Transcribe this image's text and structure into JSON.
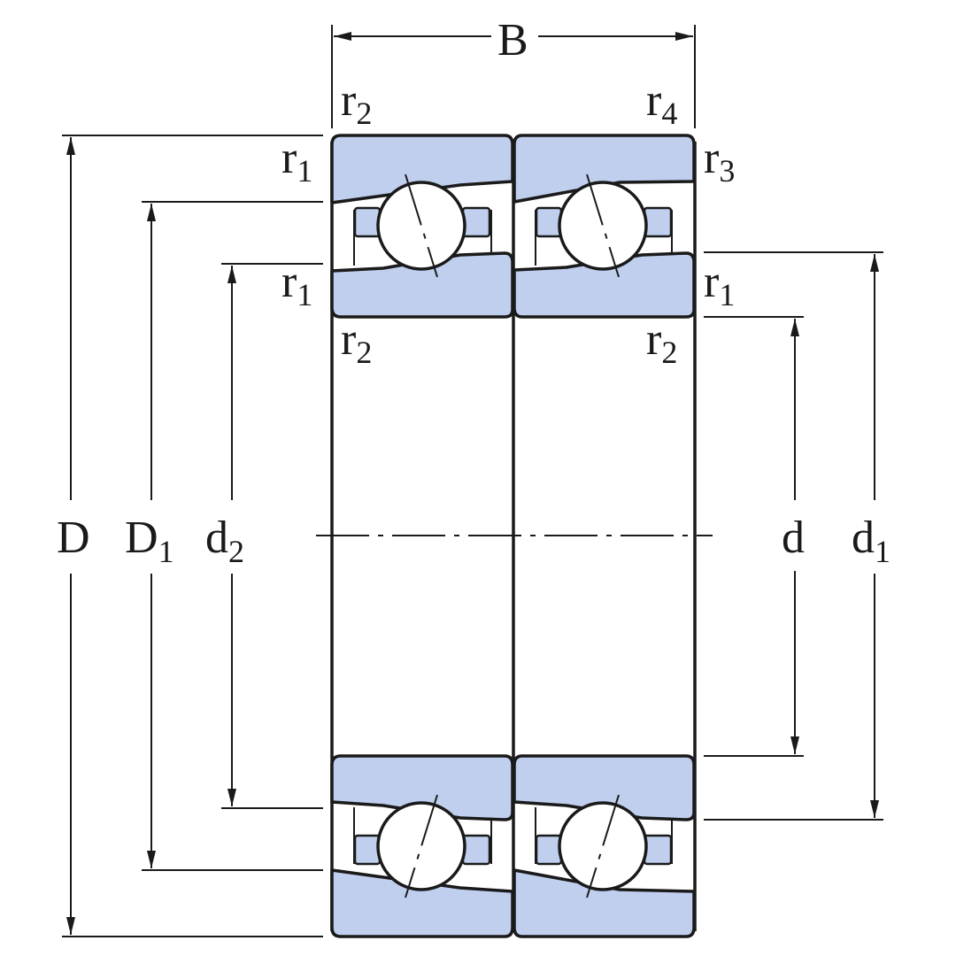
{
  "diagram": {
    "colors": {
      "steel": "#c0cfee",
      "line": "#1a1a1a",
      "background": "#ffffff"
    },
    "dimensions": {
      "B": {
        "main": "B",
        "sub": ""
      },
      "D": {
        "main": "D",
        "sub": ""
      },
      "D1": {
        "main": "D",
        "sub": "1"
      },
      "d2": {
        "main": "d",
        "sub": "2"
      },
      "d": {
        "main": "d",
        "sub": ""
      },
      "d1": {
        "main": "d",
        "sub": "1"
      }
    },
    "radii": {
      "top_left_r2": {
        "main": "r",
        "sub": "2"
      },
      "top_right_r4": {
        "main": "r",
        "sub": "4"
      },
      "left_r1_outer": {
        "main": "r",
        "sub": "1"
      },
      "right_r3": {
        "main": "r",
        "sub": "3"
      },
      "left_r1_inner": {
        "main": "r",
        "sub": "1"
      },
      "right_r1": {
        "main": "r",
        "sub": "1"
      },
      "left_r2_inner": {
        "main": "r",
        "sub": "2"
      },
      "right_r2_inner": {
        "main": "r",
        "sub": "2"
      }
    }
  }
}
